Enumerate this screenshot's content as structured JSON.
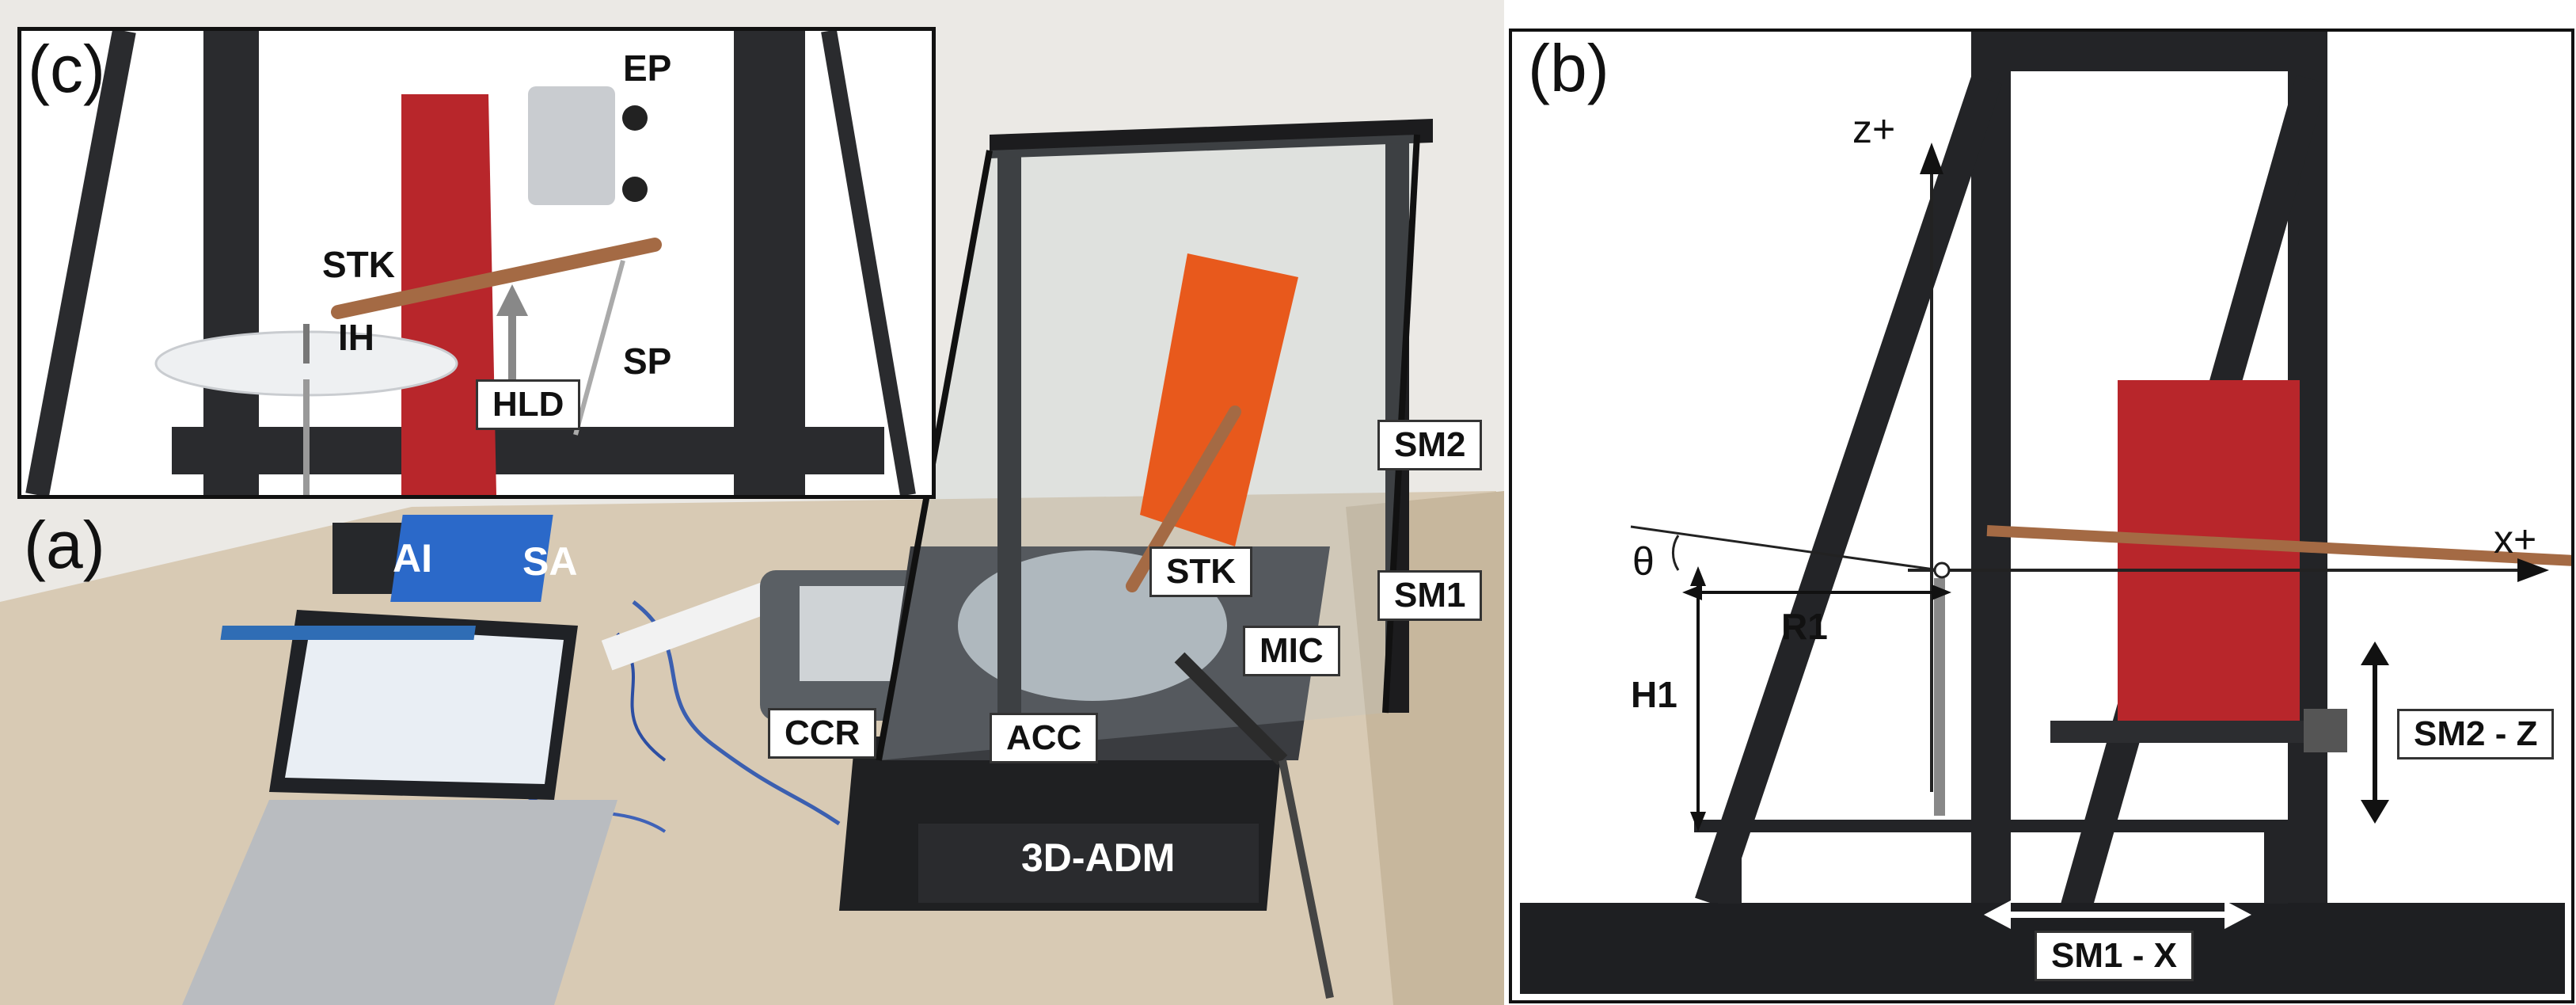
{
  "panels": {
    "a": {
      "label": "(a)",
      "tags": {
        "stk": "STK",
        "sm2": "SM2",
        "sm1": "SM1",
        "mic": "MIC",
        "acc": "ACC",
        "ccr": "CCR",
        "adm": "3D-ADM",
        "ai": "AI",
        "sa": "SA"
      }
    },
    "b": {
      "label": "(b)",
      "axes": {
        "z": "z+",
        "x": "x+"
      },
      "dims": {
        "theta": "θ",
        "r1": "R1",
        "h1": "H1"
      },
      "tags": {
        "sm2z": "SM2 - Z",
        "sm1x": "SM1 - X"
      }
    },
    "c": {
      "label": "(c)",
      "tags": {
        "ep": "EP",
        "stk": "STK",
        "ih": "IH",
        "sp": "SP",
        "hld": "HLD"
      }
    }
  },
  "colors": {
    "frame_black": "#1e1f22",
    "holder_red": "#b8262b",
    "orange_plate": "#e8591c",
    "stick_brown": "#a46a44",
    "desk": "#d9cbb6",
    "sa_blue": "#2b69c9"
  }
}
